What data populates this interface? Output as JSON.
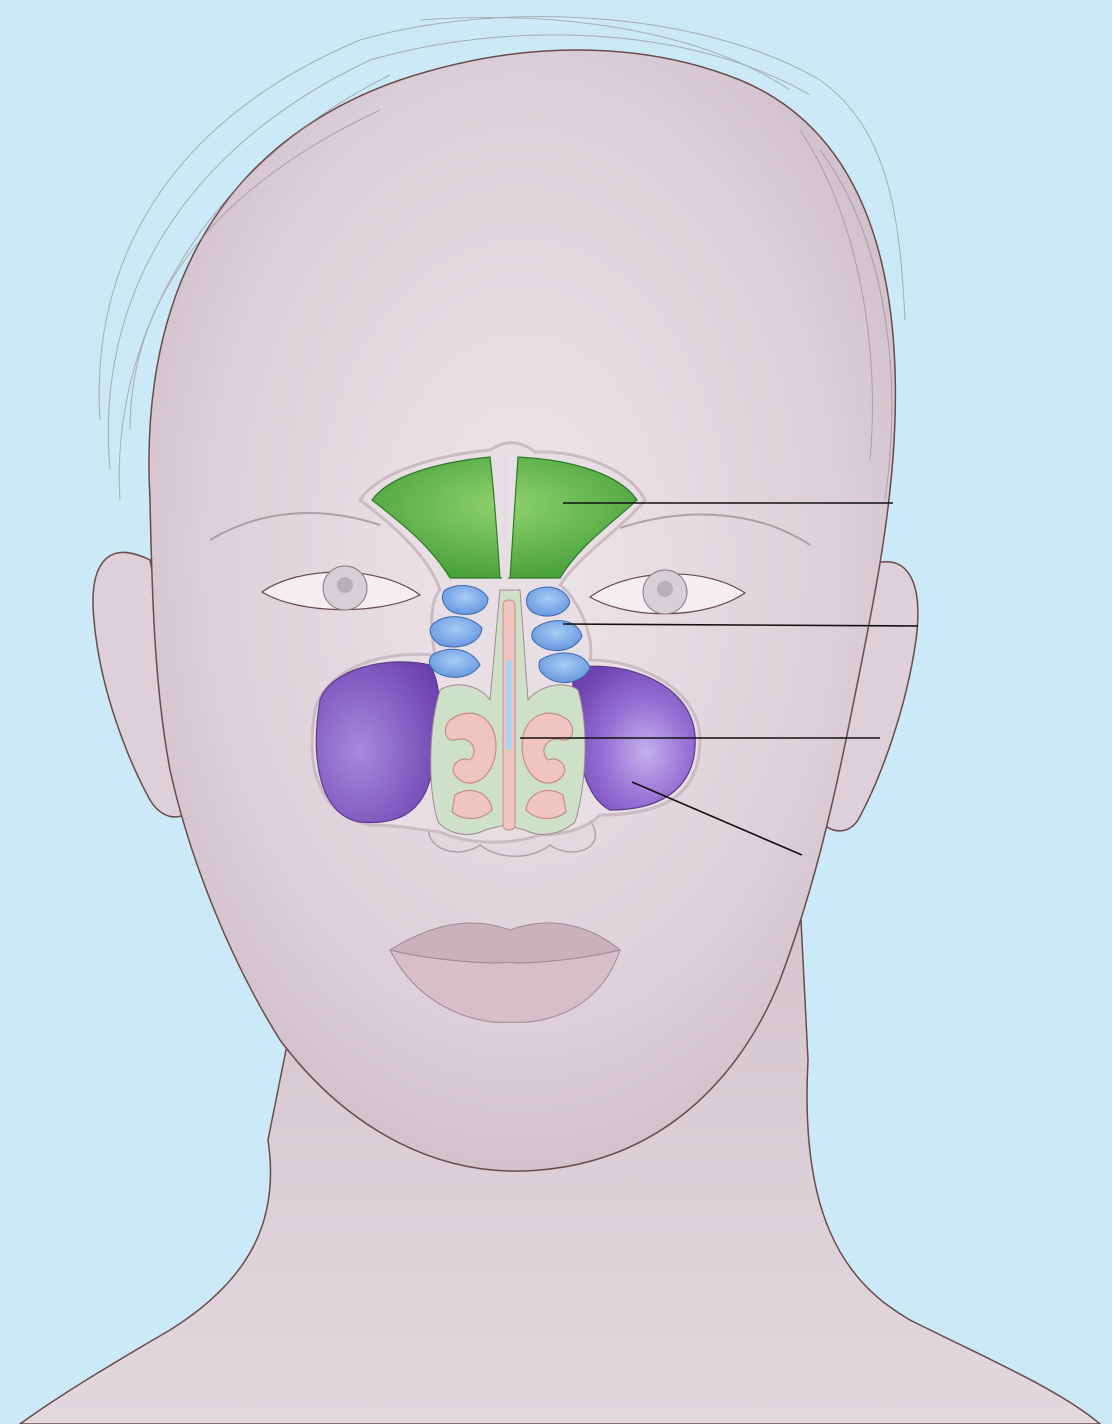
{
  "figure": {
    "subject": "head-front-view",
    "regions": [
      {
        "id": "frontal-sinus",
        "color": "#5fb84a"
      },
      {
        "id": "ethmoid-sinus",
        "color": "#6f9fe0"
      },
      {
        "id": "nasal-cavity",
        "color": "#f0c4c0"
      },
      {
        "id": "maxillary-sinus",
        "color": "#8a5cc8"
      }
    ],
    "callouts": [
      {
        "target": "frontal-sinus",
        "label": ""
      },
      {
        "target": "ethmoid-sinus",
        "label": ""
      },
      {
        "target": "nasal-septum",
        "label": ""
      },
      {
        "target": "maxillary-sinus",
        "label": ""
      }
    ],
    "colors": {
      "background": "#cbe9f7",
      "skin": "#e6dde4",
      "outline": "#6a4a4a",
      "leader_line": "#111111"
    }
  }
}
